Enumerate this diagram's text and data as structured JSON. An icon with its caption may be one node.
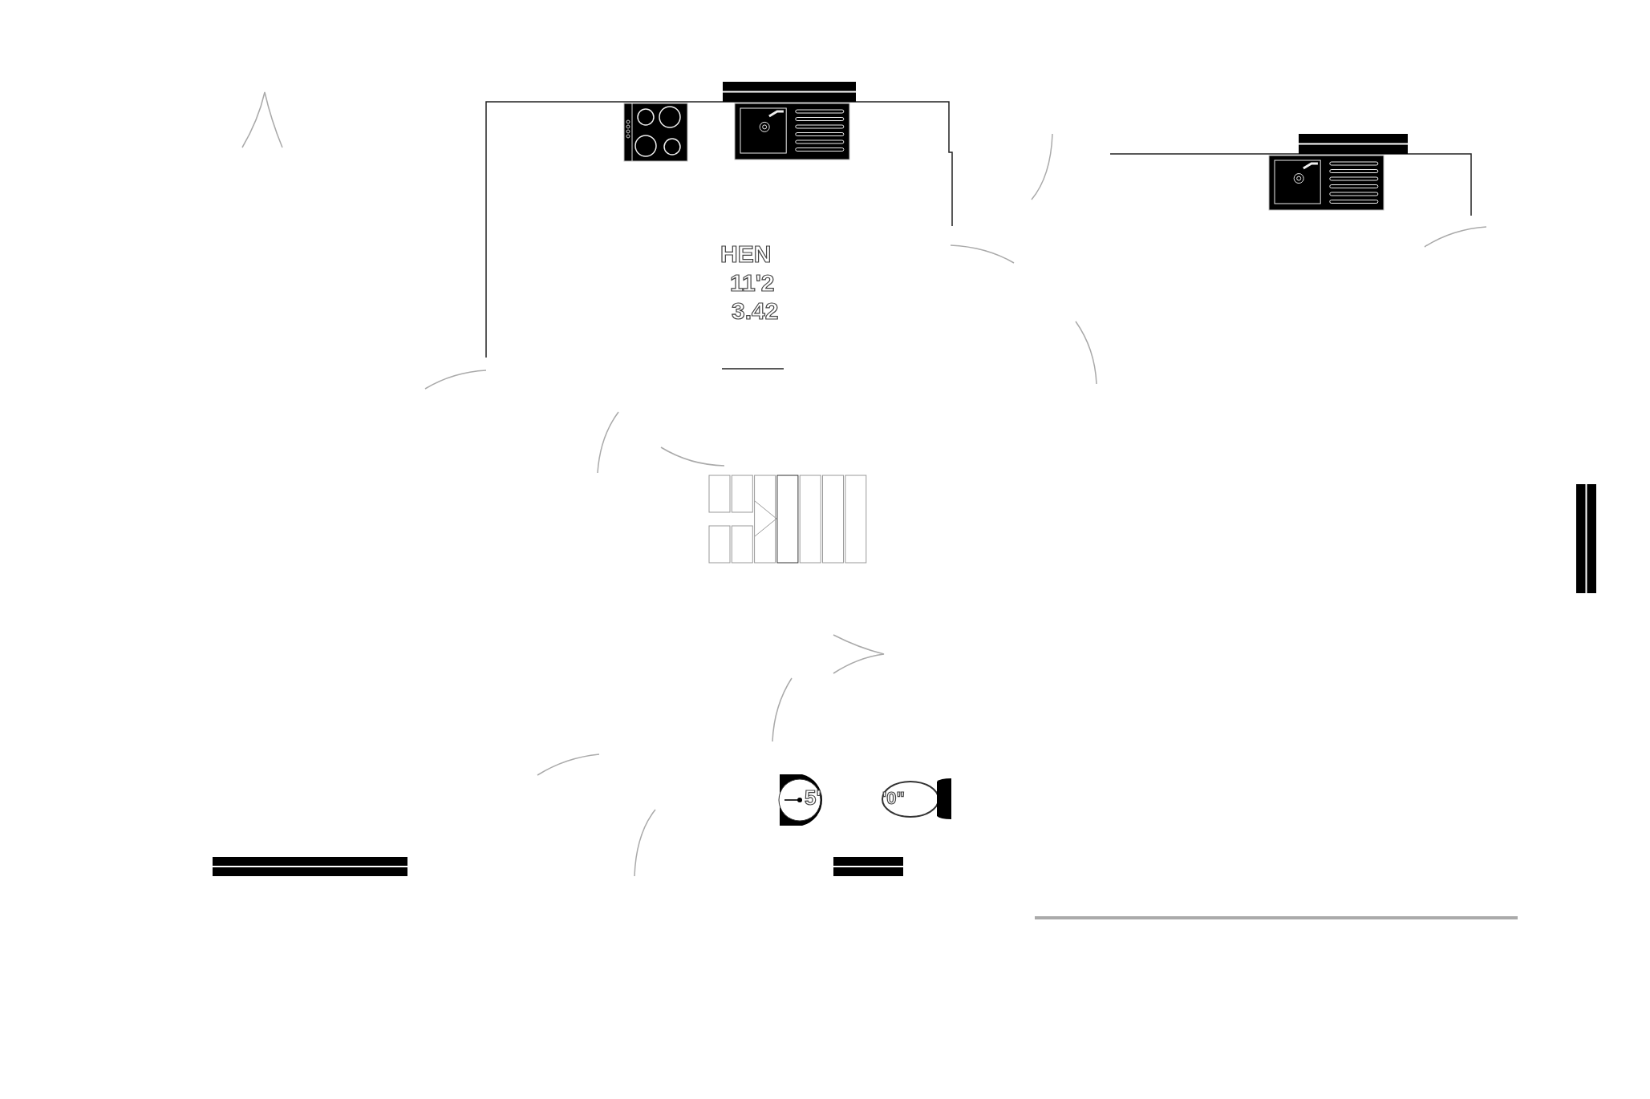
{
  "diagram": {
    "labels": [
      "HEN",
      "11'2",
      "3.42",
      "5'",
      "'0\""
    ]
  }
}
